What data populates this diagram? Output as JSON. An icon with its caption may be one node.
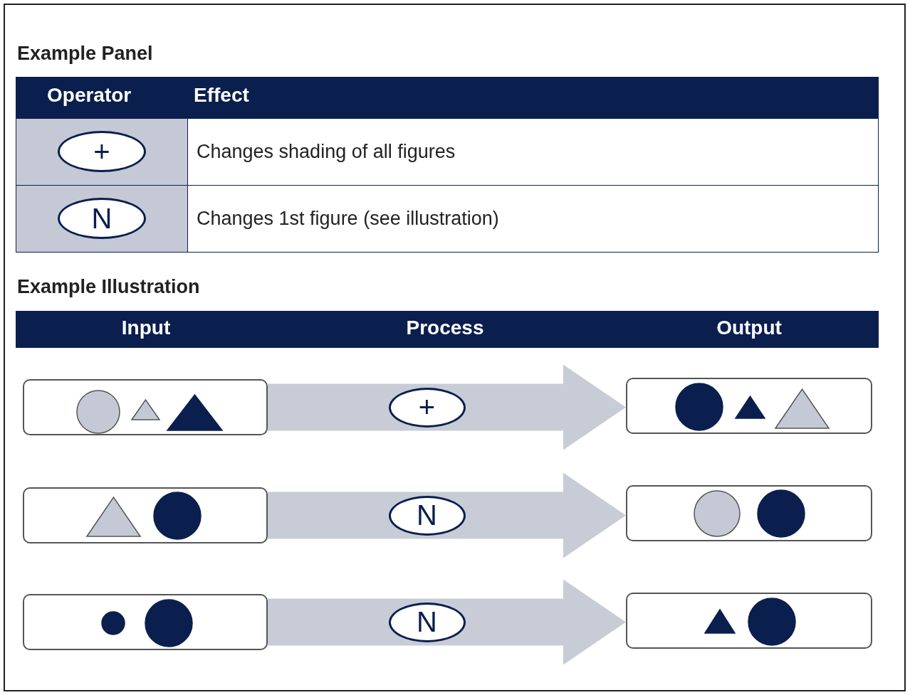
{
  "diagram": {
    "nodes": [
      {
        "text": [],
        "shape": "box"
      },
      {
        "text": [],
        "shape": "box"
      },
      {
        "text": [],
        "shape": "box"
      },
      {
        "text": [],
        "shape": "box"
      },
      {
        "text": [],
        "shape": "box"
      },
      {
        "text": [],
        "shape": "box"
      }
    ],
    "edges": [
      {
        "from": 0,
        "to": 1,
        "arrow": "to",
        "label": "+"
      },
      {
        "from": 2,
        "to": 3,
        "arrow": "to",
        "label": "N"
      },
      {
        "from": 4,
        "to": 5,
        "arrow": "to",
        "label": "N"
      }
    ],
    "labels": [
      "Example Panel",
      "Operator",
      "Effect",
      "+",
      "Changes shading of all figures",
      "N",
      "Changes 1st figure (see illustration)",
      "Example Illustration",
      "Input",
      "Process",
      "Output"
    ]
  }
}
